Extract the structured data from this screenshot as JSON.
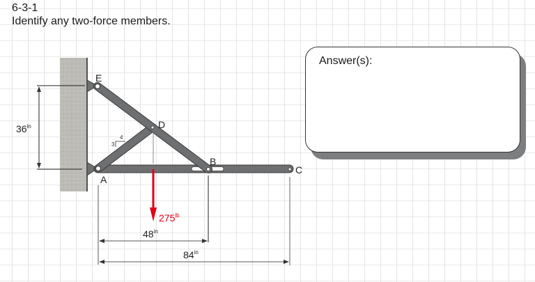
{
  "problem": {
    "number": "6-3-1",
    "prompt": "Identify any two-force members."
  },
  "answer_box": {
    "label": "Answer(s):",
    "value": ""
  },
  "diagram": {
    "points": {
      "A": "A",
      "B": "B",
      "C": "C",
      "D": "D",
      "E": "E"
    },
    "slope": {
      "rise": "3",
      "run": "4"
    },
    "dimensions": {
      "vertical": {
        "value": "36",
        "unit": "in"
      },
      "to_B": {
        "value": "48",
        "unit": "in"
      },
      "to_C": {
        "value": "84",
        "unit": "in"
      }
    },
    "load": {
      "value": "275",
      "unit": "lb",
      "color": "#e2001a"
    },
    "colors": {
      "member": "#6e6f71",
      "member_stroke": "#3a3a3a",
      "wall": "#b9b8b3",
      "answer_shadow": "#7d7e80"
    }
  }
}
